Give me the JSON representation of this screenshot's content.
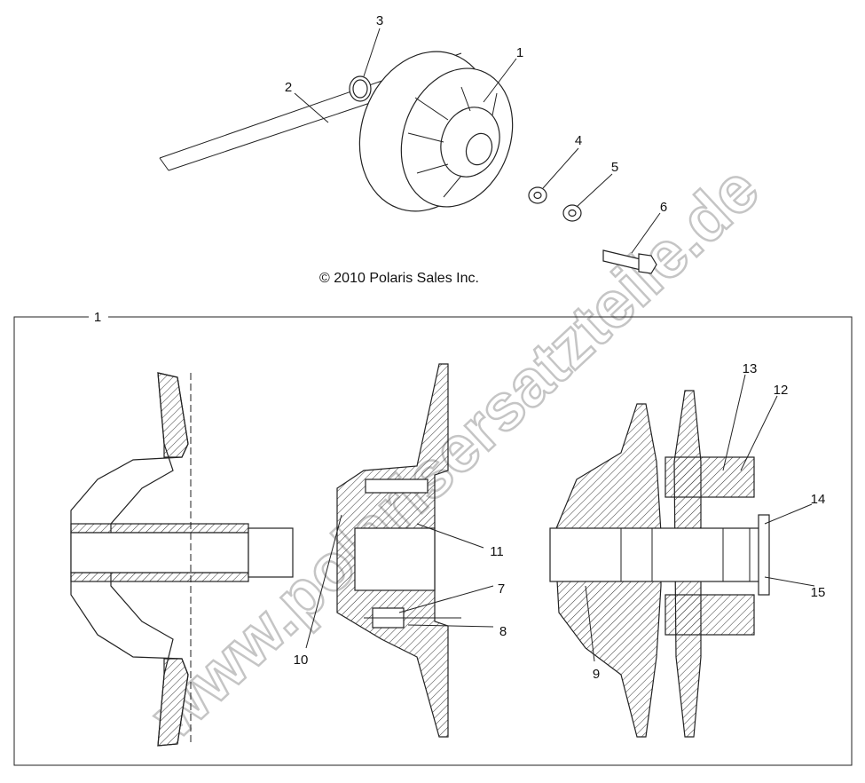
{
  "callouts": {
    "c1": "1",
    "c2": "2",
    "c3": "3",
    "c4": "4",
    "c5": "5",
    "c6": "6",
    "c7": "7",
    "c8": "8",
    "c9": "9",
    "c10": "10",
    "c11": "11",
    "c12": "12",
    "c13": "13",
    "c14": "14",
    "c15": "15",
    "frame": "1"
  },
  "copyright": "© 2010 Polaris Sales Inc.",
  "watermark": "www.polarisersatzteile.de"
}
